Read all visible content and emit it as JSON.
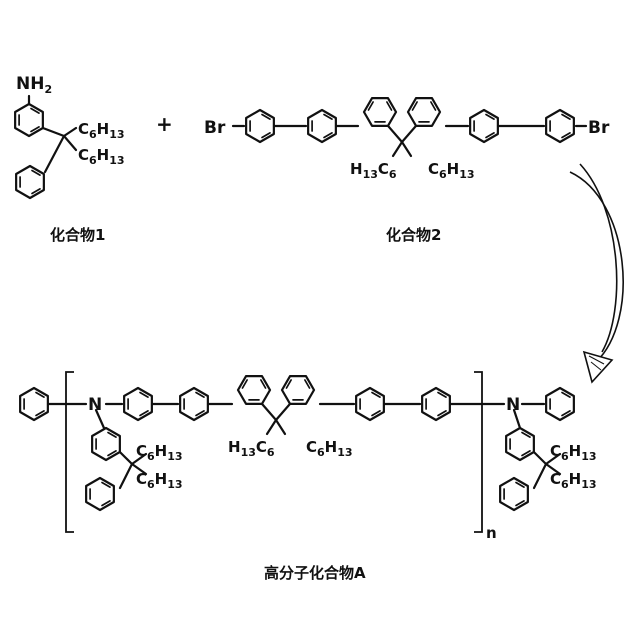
{
  "reactant1": {
    "nh2": {
      "main": "NH",
      "sub": "2"
    },
    "hexyl": {
      "c": "C",
      "c_sub": "6",
      "h": "H",
      "h_sub": "13"
    },
    "caption": "化合物1"
  },
  "plus": "+",
  "reactant2": {
    "br": "Br",
    "hexyl_left": {
      "h": "H",
      "h_sub": "13",
      "c": "C",
      "c_sub": "6"
    },
    "hexyl_right": {
      "c": "C",
      "c_sub": "6",
      "h": "H",
      "h_sub": "13"
    },
    "caption": "化合物2"
  },
  "product": {
    "n_atom": "N",
    "repeat_n": "n",
    "hexyl_left": {
      "h": "H",
      "h_sub": "13",
      "c": "C",
      "c_sub": "6"
    },
    "hexyl_right": {
      "c": "C",
      "c_sub": "6",
      "h": "H",
      "h_sub": "13"
    },
    "caption": "高分子化合物A"
  }
}
